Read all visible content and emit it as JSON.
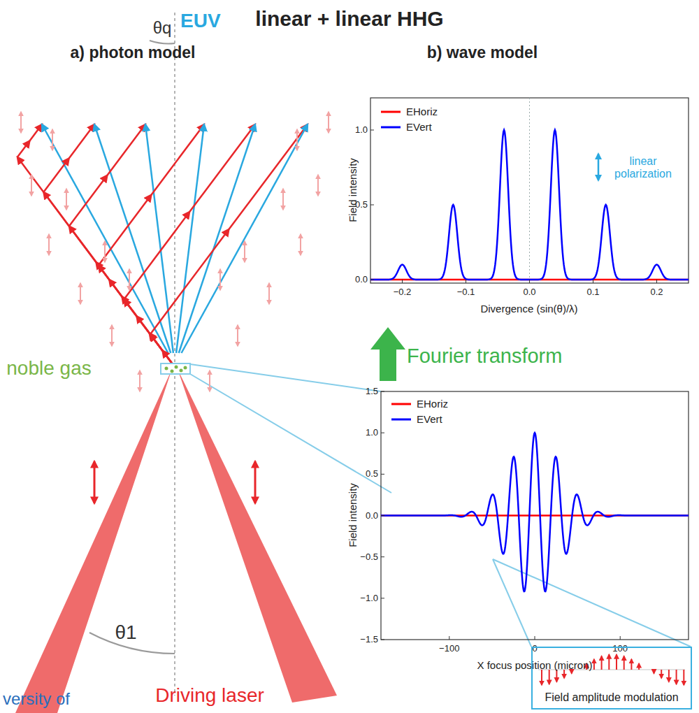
{
  "diagram": {
    "title": "linear + linear HHG",
    "nodes": [
      {
        "text": [
          "Field amplitude modulation"
        ]
      }
    ],
    "labels": [
      "a) photon model",
      "b) wave model",
      "EUV",
      "θq",
      "θ1",
      "noble gas",
      "Driving laser",
      "versity of",
      "Field intensity",
      "Divergence (sin(θ)/λ)",
      "linear polarization",
      "Fourier transform",
      "Field intensity",
      "X focus position (micron)",
      "0.0",
      "0.5",
      "1.0",
      "−0.2",
      "−0.1",
      "0.0",
      "0.1",
      "0.2",
      "1.5",
      "1.0",
      "0.5",
      "0.0",
      "−0.5",
      "−1.0",
      "−1.5",
      "−100",
      "0",
      "100"
    ],
    "legend": [
      {
        "text": "EHoriz"
      },
      {
        "text": "EVert"
      },
      {
        "text": "EHoriz"
      },
      {
        "text": "EVert"
      }
    ]
  }
}
